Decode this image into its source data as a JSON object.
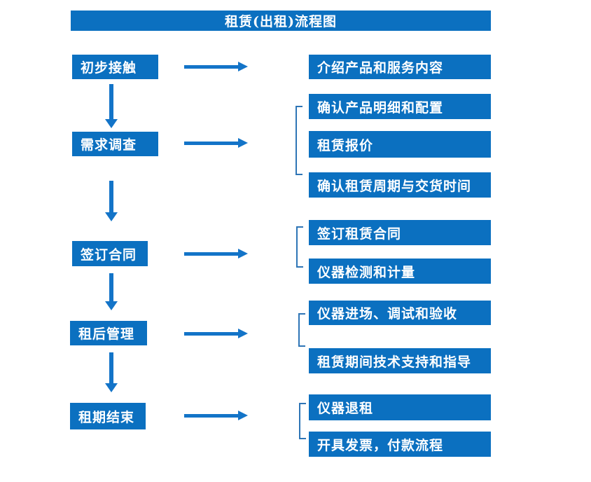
{
  "title": "租赁(出租)流程图",
  "colors": {
    "box": "#0b70c0",
    "arrow": "#1374c8",
    "bracket": "#2e75b6",
    "text": "#ffffff",
    "background": "#ffffff"
  },
  "stages": [
    {
      "label": "初步接触",
      "targets": [
        "介绍产品和服务内容"
      ]
    },
    {
      "label": "需求调查",
      "targets": [
        "确认产品明细和配置",
        "租赁报价",
        "确认租赁周期与交货时间"
      ]
    },
    {
      "label": "签订合同",
      "targets": [
        "签订租赁合同",
        "仪器检测和计量"
      ]
    },
    {
      "label": "租后管理",
      "targets": [
        "仪器进场、调试和验收",
        "租赁期间技术支持和指导"
      ]
    },
    {
      "label": "租期结束",
      "targets": [
        "仪器退租",
        "开具发票，付款流程"
      ]
    }
  ]
}
